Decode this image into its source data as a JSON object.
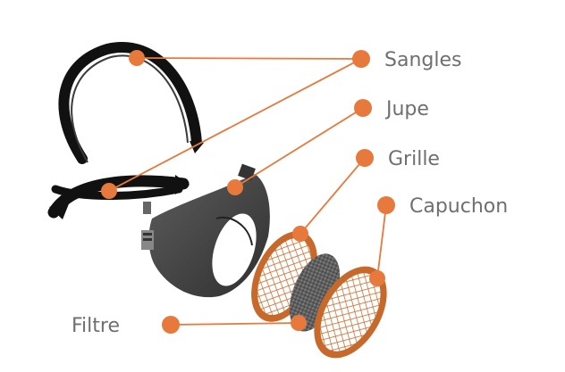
{
  "diagram": {
    "labels": {
      "sangles": "Sangles",
      "jupe": "Jupe",
      "grille": "Grille",
      "capuchon": "Capuchon",
      "filtre": "Filtre"
    },
    "colors": {
      "accent": "#e8793c",
      "label_text": "#6f6f6f",
      "strap": "#111111",
      "skirt": "#4a4a4a",
      "grid_frame": "#c8692c",
      "filter": "#5a5a5a"
    }
  }
}
